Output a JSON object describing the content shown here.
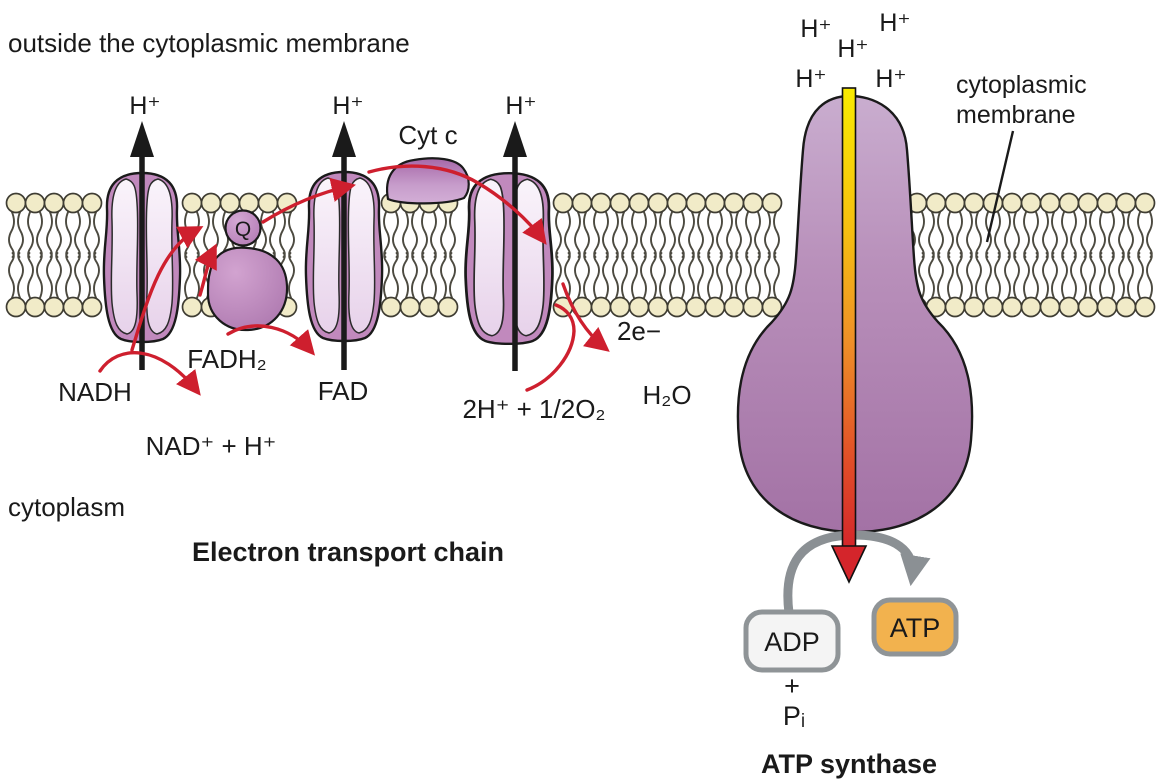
{
  "figure": {
    "region_outside": "outside the cytoplasmic membrane",
    "region_cytoplasm": "cytoplasm",
    "caption_etc": "Electron transport chain",
    "caption_atp_synthase": "ATP synthase",
    "callout_membrane_line1": "cytoplasmic",
    "callout_membrane_line2": "membrane"
  },
  "molecules": {
    "h_plus": "H⁺",
    "cyt_c": "Cyt c",
    "quinone": "Q",
    "nadh": "NADH",
    "nad_plus_h": "NAD⁺ + H⁺",
    "fadh2": "FADH₂",
    "fad": "FAD",
    "two_electrons": "2e−",
    "oxygen_half": "2H⁺ + 1/2O₂",
    "water": "H₂O",
    "adp": "ADP",
    "plus_sign": "+",
    "p_i": "Pᵢ",
    "atp": "ATP"
  },
  "colors": {
    "outline": "#1a1a1a",
    "lipid_head": "#f1ebc8",
    "lipid_tail": "#4c4a40",
    "complex_purple": "#c189bd",
    "lobe_light": "#f0e3f2",
    "synthase_purple": "#a97cab",
    "electron_arrow_red": "#ce1f2e",
    "rotation_arrow_gray": "#8b9094",
    "shaft_yellow": "#f8e800",
    "shaft_red": "#d4252b",
    "atp_box_fill": "#f2b24e",
    "adp_box_fill": "#f4f4f4",
    "box_stroke": "#8f9497"
  }
}
